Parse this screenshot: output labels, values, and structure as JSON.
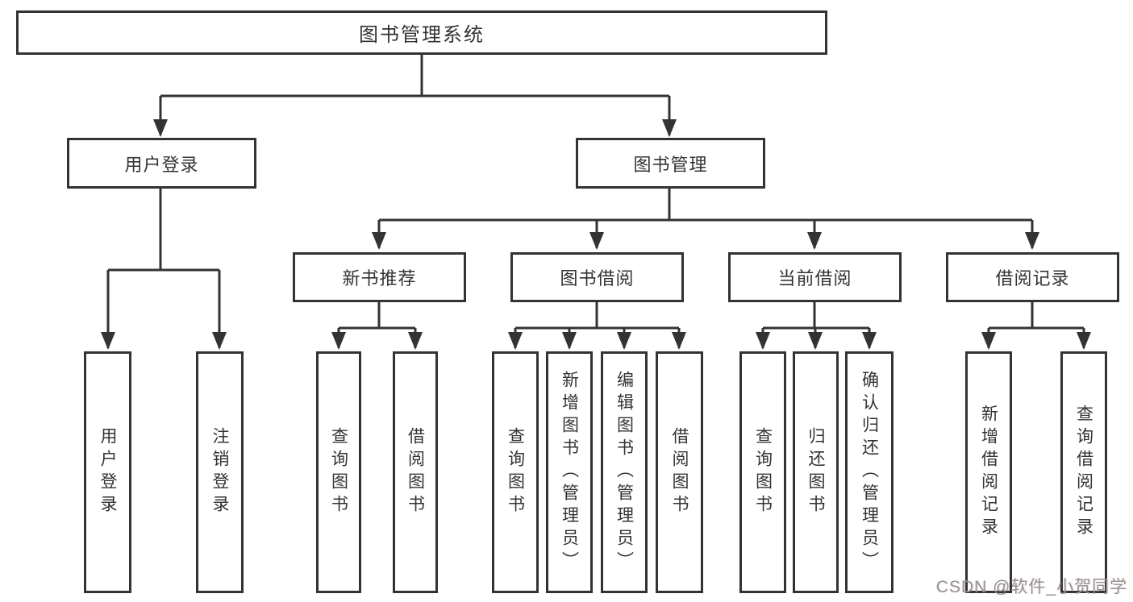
{
  "diagram": {
    "root": {
      "label": "图书管理系统"
    },
    "user_login": {
      "label": "用户登录",
      "children": [
        {
          "label": "用户登录"
        },
        {
          "label": "注销登录"
        }
      ]
    },
    "book_management": {
      "label": "图书管理",
      "sections": [
        {
          "label": "新书推荐",
          "children": [
            {
              "label": "查询图书"
            },
            {
              "label": "借阅图书"
            }
          ]
        },
        {
          "label": "图书借阅",
          "children": [
            {
              "label": "查询图书"
            },
            {
              "label": "新增图书（管理员）"
            },
            {
              "label": "编辑图书（管理员）"
            },
            {
              "label": "借阅图书"
            }
          ]
        },
        {
          "label": "当前借阅",
          "children": [
            {
              "label": "查询图书"
            },
            {
              "label": "归还图书"
            },
            {
              "label": "确认归还（管理员）"
            }
          ]
        },
        {
          "label": "借阅记录",
          "children": [
            {
              "label": "新增借阅记录"
            },
            {
              "label": "查询借阅记录"
            }
          ]
        }
      ]
    }
  },
  "watermark": {
    "text": "CSDN @软件_小贺同学"
  },
  "colors": {
    "line": "#333333",
    "box_border": "#333333",
    "text": "#333333",
    "watermark": "#949494",
    "background": "#ffffff"
  }
}
